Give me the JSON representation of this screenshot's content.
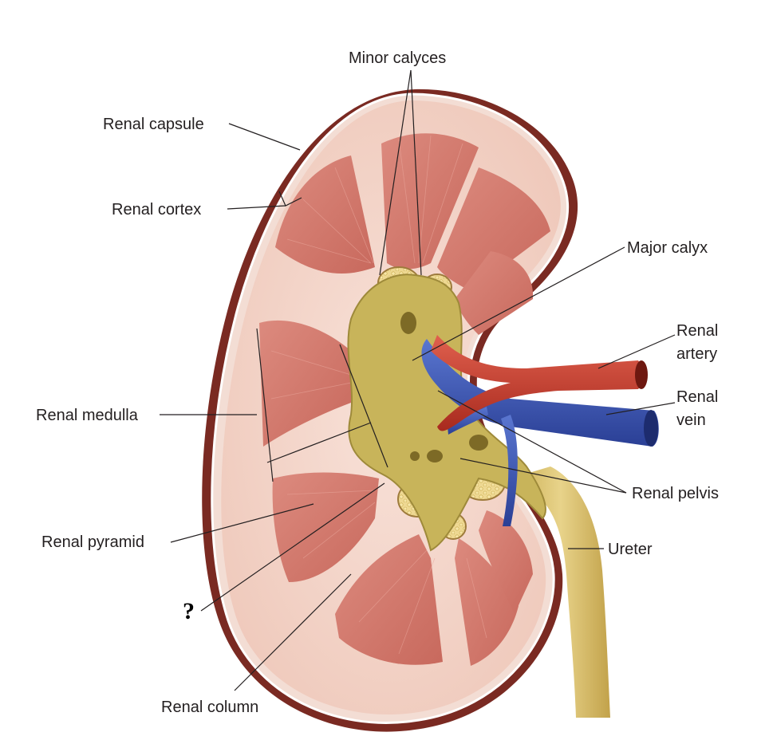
{
  "diagram": {
    "labels": {
      "minor_calyces": "Minor calyces",
      "renal_capsule": "Renal capsule",
      "renal_cortex": "Renal cortex",
      "major_calyx": "Major calyx",
      "renal_artery_1": "Renal",
      "renal_artery_2": "artery",
      "renal_vein_1": "Renal",
      "renal_vein_2": "vein",
      "renal_medulla": "Renal medulla",
      "renal_pelvis": "Renal pelvis",
      "renal_pyramid": "Renal pyramid",
      "ureter": "Ureter",
      "question": "?",
      "renal_column": "Renal column"
    },
    "colors": {
      "capsule_outer": "#7a2a22",
      "capsule_edge": "#a8453a",
      "cortex": "#f2d3c8",
      "pyramid": "#d77e72",
      "pyramid_dark": "#c4685d",
      "column": "#f6dcd3",
      "sinus_fat": "#e9d08c",
      "pelvis": "#c8b45a",
      "pelvis_dark": "#9e8a3a",
      "artery": "#c73b2c",
      "vein": "#3b57b5",
      "ureter": "#d9c06a"
    }
  }
}
